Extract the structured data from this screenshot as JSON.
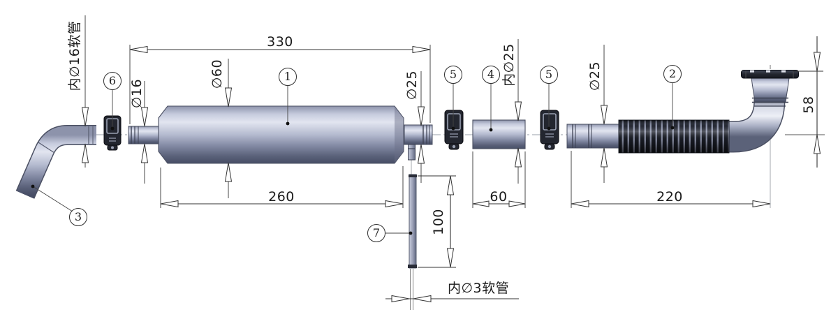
{
  "drawing": {
    "type": "exhaust-muffler-assembly-drawing",
    "background_color": "#ffffff",
    "line_color": "#333333"
  },
  "callouts": {
    "left_hose_note": "内∅16软管",
    "bottom_hose_note": "内∅3软管"
  },
  "balloons": {
    "b1": "1",
    "b2": "2",
    "b3": "3",
    "b4": "4",
    "b5a": "5",
    "b5b": "5",
    "b6": "6",
    "b7": "7"
  },
  "dims": {
    "len_330": "330",
    "len_260": "260",
    "len_60": "60",
    "len_220": "220",
    "len_100": "100",
    "len_58": "58",
    "dia_16": "∅16",
    "dia_60": "∅60",
    "dia_25_outlet": "∅25",
    "dia_25_inner": "内∅25",
    "dia_25_flex": "∅25"
  }
}
